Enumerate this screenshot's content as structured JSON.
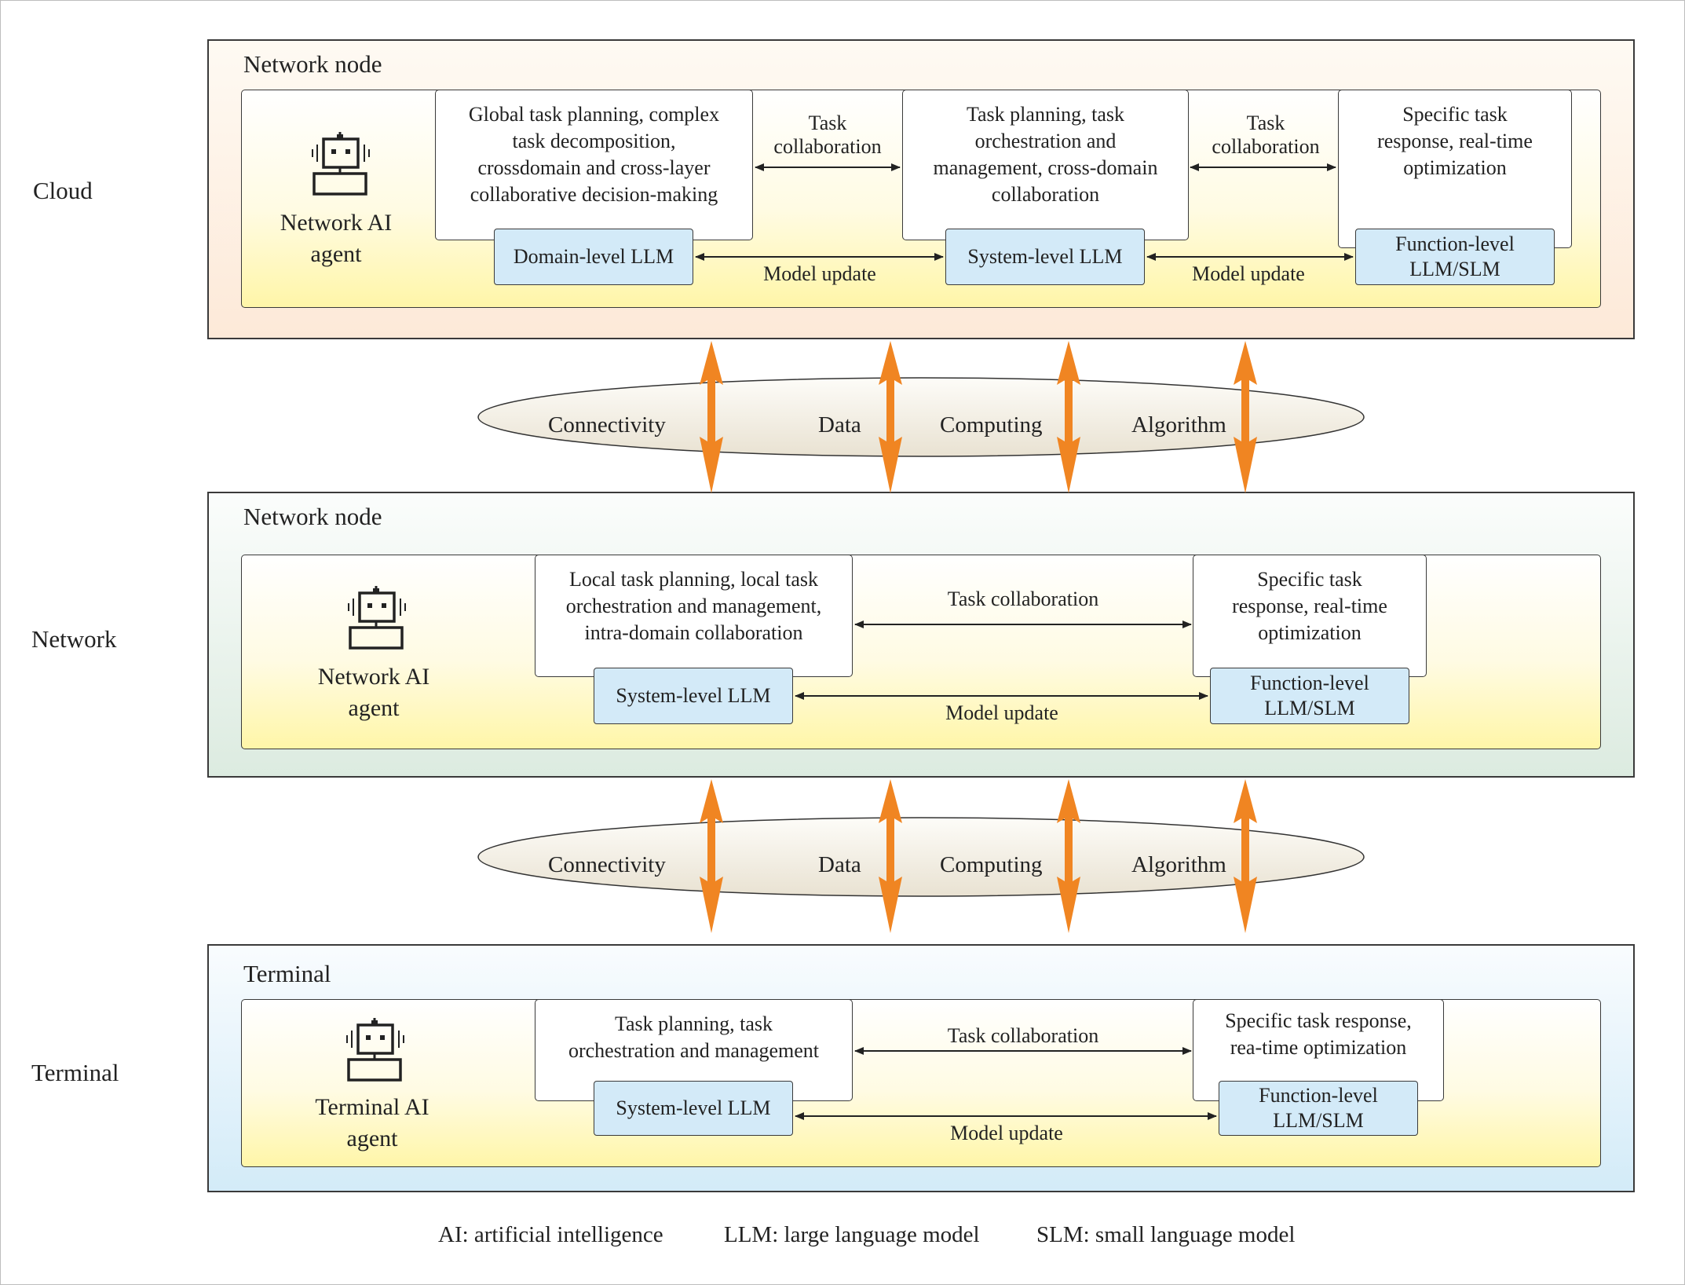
{
  "layers": {
    "cloud": "Cloud",
    "network": "Network",
    "terminal": "Terminal"
  },
  "cloud": {
    "title": "Network node",
    "agent": [
      "Network AI",
      "agent"
    ],
    "tasks": [
      [
        "Global task planning, complex",
        "task decomposition,",
        "crossdomain and cross-layer",
        "collaborative decision-making"
      ],
      [
        "Task planning, task",
        "orchestration and",
        "management, cross-domain",
        "collaboration"
      ],
      [
        "Specific task",
        "response, real-time",
        "optimization"
      ]
    ],
    "llms": [
      [
        "Domain-level LLM"
      ],
      [
        "System-level LLM"
      ],
      [
        "Function-level",
        "LLM/SLM"
      ]
    ],
    "task_collab": [
      "Task",
      "collaboration"
    ],
    "model_update": "Model update"
  },
  "network": {
    "title": "Network node",
    "agent": [
      "Network AI",
      "agent"
    ],
    "tasks": [
      [
        "Local task planning, local task",
        "orchestration and management,",
        "intra-domain collaboration"
      ],
      [
        "Specific task",
        "response, real-time",
        "optimization"
      ]
    ],
    "llms": [
      [
        "System-level LLM"
      ],
      [
        "Function-level",
        "LLM/SLM"
      ]
    ],
    "task_collab": "Task collaboration",
    "model_update": "Model update"
  },
  "terminal": {
    "title": "Terminal",
    "agent": [
      "Terminal AI",
      "agent"
    ],
    "tasks": [
      [
        "Task planning, task",
        "orchestration and management"
      ],
      [
        "Specific task response,",
        "rea-time optimization"
      ]
    ],
    "llms": [
      [
        "System-level LLM"
      ],
      [
        "Function-level",
        "LLM/SLM"
      ]
    ],
    "task_collab": "Task collaboration",
    "model_update": "Model update"
  },
  "resources": [
    "Connectivity",
    "Data",
    "Computing",
    "Algorithm"
  ],
  "footer": [
    "AI: artificial intelligence",
    "LLM: large language model",
    "SLM: small language model"
  ],
  "colors": {
    "arrow": "#f08522",
    "llm_fill": "#d3eaf8",
    "cloud_bg_bottom": "#fddfc8",
    "network_bg_bottom": "#dcebe0",
    "terminal_bg_bottom": "#d3ebf8"
  },
  "icons": {
    "agent": "robot-icon"
  }
}
